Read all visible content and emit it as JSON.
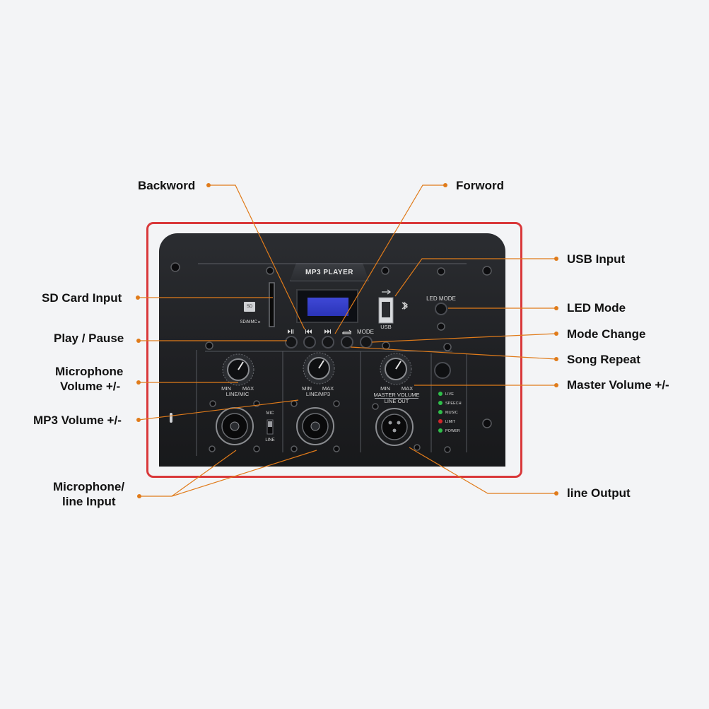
{
  "callouts": {
    "backword": "Backword",
    "forword": "Forword",
    "usb_input": "USB Input",
    "sd_card_input": "SD Card Input",
    "led_mode": "LED Mode",
    "play_pause": "Play / Pause",
    "mode_change": "Mode Change",
    "song_repeat": "Song Repeat",
    "microphone_volume_1": "Microphone",
    "microphone_volume_2": "Volume +/-",
    "master_volume": "Master Volume +/-",
    "mp3_volume": "MP3 Volume +/-",
    "mic_line_input_1": "Microphone/",
    "mic_line_input_2": "line Input",
    "line_output": "line Output"
  },
  "panel_labels": {
    "mp3_player": "MP3 PLAYER",
    "sd": "SD",
    "sd_mmc": "SD/MMC ▸",
    "usb": "USB",
    "led_mode": "LED MODE",
    "mode": "MODE",
    "min": "MIN",
    "max": "MAX",
    "line_mic": "LINE/MIC",
    "line_mp3": "LINE/MP3",
    "master_volume": "MASTER VOLUME",
    "line_out": "LINE OUT",
    "mic": "MIC",
    "line": "LINE",
    "led_live": "LIVE",
    "led_speech": "SPEECH",
    "led_music": "MUSIC",
    "led_limit": "LIMIT",
    "led_power": "POWER"
  },
  "colors": {
    "accent": "#e07b1a",
    "frame": "#d9383a",
    "led_green": "#2fbf4a",
    "led_red": "#d2262b"
  }
}
